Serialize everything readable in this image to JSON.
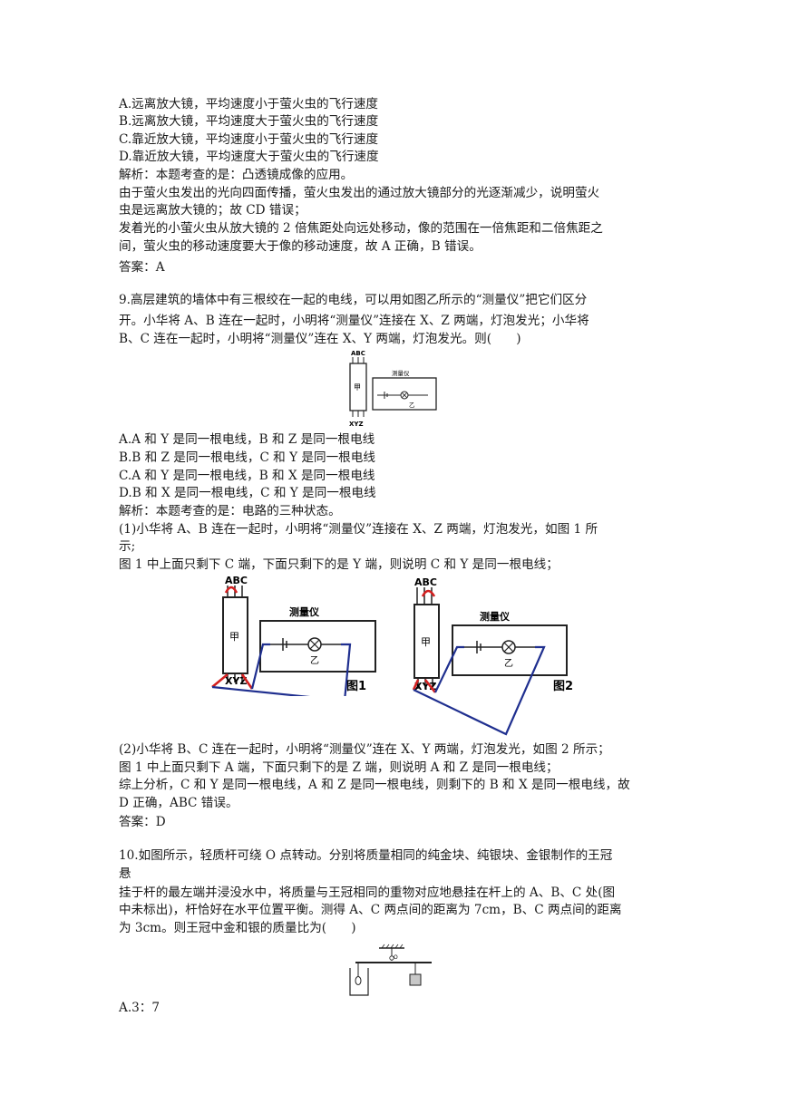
{
  "q8": {
    "options": [
      "A.远离放大镜，平均速度小于萤火虫的飞行速度",
      "B.远离放大镜，平均速度大于萤火虫的飞行速度",
      "C.靠近放大镜，平均速度小于萤火虫的飞行速度",
      "D.靠近放大镜，平均速度大于萤火虫的飞行速度"
    ],
    "analysis": [
      "解析：本题考查的是：凸透镜成像的应用。",
      "由于萤火虫发出的光向四面传播，萤火虫发出的通过放大镜部分的光逐渐减少，说明萤火",
      "虫是远离放大镜的；故 CD 错误；",
      "发着光的小萤火虫从放大镜的 2 倍焦距处向远处移动，像的范围在一倍焦距和二倍焦距之",
      "间，萤火虫的移动速度要大于像的移动速度，故 A 正确，B 错误。"
    ],
    "answer": "答案：A"
  },
  "q9": {
    "stem": [
      "9.高层建筑的墙体中有三根绞在一起的电线，可以用如图乙所示的“测量仪”把它们区分",
      "开。小华将 A、B 连在一起时，小明将“测量仪”连接在 X、Z 两端，灯泡发光；小华将",
      "B、C 连在一起时，小明将“测量仪”连在 X、Y 两端，灯泡发光。则(　　)"
    ],
    "options": [
      "A.A 和 Y 是同一根电线，B 和 Z 是同一根电线",
      "B.B 和 Z 是同一根电线，C 和 Y 是同一根电线",
      "C.A 和 Y 是同一根电线，B 和 X 是同一根电线",
      "D.B 和 X 是同一根电线，C 和 Y 是同一根电线"
    ],
    "analysis_a": [
      "解析：本题考查的是：电路的三种状态。",
      "(1)小华将 A、B 连在一起时，小明将“测量仪”连接在 X、Z 两端，灯泡发光，如图 1 所",
      "示;",
      "图 1 中上面只剩下 C 端，下面只剩下的是 Y 端，则说明 C 和 Y 是同一根电线；"
    ],
    "analysis_b": [
      "(2)小华将 B、C 连在一起时，小明将“测量仪”连在 X、Y 两端，灯泡发光，如图 2 所示；",
      "图 1 中上面只剩下 A 端，下面只剩下的是 Z 端，则说明 A 和 Z 是同一根电线；",
      "综上分析，C 和 Y 是同一根电线，A 和 Z 是同一根电线，则剩下的 B 和 X 是同一根电线，故",
      "D 正确，ABC 错误。"
    ],
    "answer": "答案：D",
    "figure_labels": {
      "top": "ABC",
      "bottom": "XYZ",
      "box": "甲",
      "meter": "测量仪",
      "yi": "乙",
      "fig1": "图1",
      "fig2": "图2"
    }
  },
  "q10": {
    "stem": [
      "10.如图所示，轻质杆可绕 O 点转动。分别将质量相同的纯金块、纯银块、金银制作的王冠",
      "悬",
      "挂于杆的最左端并浸没水中，将质量与王冠相同的重物对应地悬挂在杆上的 A、B、C 处(图",
      "中未标出)，杆恰好在水平位置平衡。测得 A、C 两点间的距离为 7cm，B、C 两点间的距离",
      "为 3cm。则王冠中金和银的质量比为(　　)"
    ],
    "pivot_label": "O",
    "options": [
      "A.3：7"
    ]
  },
  "colors": {
    "red_wire": "#d42020",
    "blue_wire": "#1f2f8f",
    "text": "#1a1a1a"
  }
}
